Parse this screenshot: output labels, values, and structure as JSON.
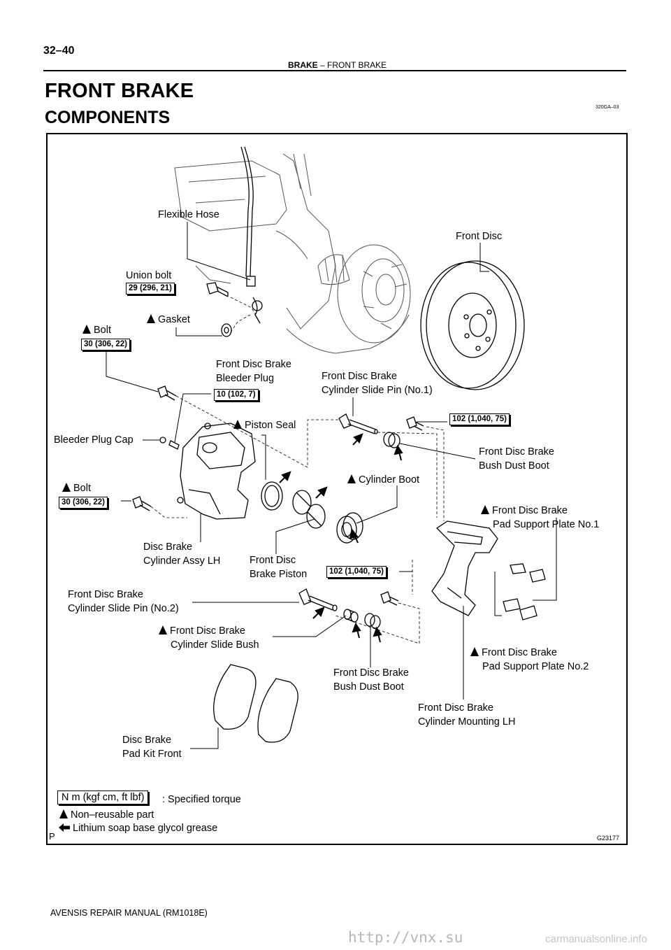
{
  "header": {
    "page_number": "32–40",
    "section": "BRAKE",
    "separator": "–",
    "subsection": "FRONT BRAKE"
  },
  "title": "FRONT BRAKE",
  "subtitle": "COMPONENTS",
  "ref_code": "320GA–03",
  "figure": {
    "corner_letter": "P",
    "figure_code": "G23177",
    "labels": {
      "flexible_hose": "Flexible Hose",
      "front_disc": "Front Disc",
      "union_bolt": "Union bolt",
      "gasket": "Gasket",
      "bolt_upper": "Bolt",
      "bleeder_plug_1": "Front Disc Brake",
      "bleeder_plug_2": "Bleeder Plug",
      "slide_pin1_1": "Front Disc Brake",
      "slide_pin1_2": "Cylinder Slide Pin (No.1)",
      "piston_seal": "Piston Seal",
      "bleeder_cap": "Bleeder Plug Cap",
      "bush_boot_top_1": "Front Disc Brake",
      "bush_boot_top_2": "Bush Dust Boot",
      "cylinder_boot": "Cylinder Boot",
      "bolt_lower": "Bolt",
      "pad_plate1_1": "Front Disc Brake",
      "pad_plate1_2": "Pad Support Plate No.1",
      "cyl_assy_1": "Disc Brake",
      "cyl_assy_2": "Cylinder Assy LH",
      "piston_1": "Front Disc",
      "piston_2": "Brake Piston",
      "slide_pin2_1": "Front Disc Brake",
      "slide_pin2_2": "Cylinder Slide Pin (No.2)",
      "slide_bush_1": "Front Disc Brake",
      "slide_bush_2": "Cylinder Slide Bush",
      "pad_plate2_1": "Front Disc Brake",
      "pad_plate2_2": "Pad Support Plate No.2",
      "bush_boot_bot_1": "Front Disc Brake",
      "bush_boot_bot_2": "Bush Dust Boot",
      "mounting_1": "Front Disc Brake",
      "mounting_2": "Cylinder Mounting LH",
      "pad_kit_1": "Disc Brake",
      "pad_kit_2": "Pad Kit Front"
    },
    "torques": {
      "union_bolt": "29 (296, 21)",
      "bolt_upper": "30 (306, 22)",
      "bleeder_plug": "10 (102, 7)",
      "mount_top": "102 (1,040, 75)",
      "bolt_lower": "30 (306, 22)",
      "mount_bottom": "102 (1,040, 75)"
    },
    "legend": {
      "torque_unit": "N m (kgf cm, ft lbf)",
      "torque_text": ": Specified torque",
      "non_reusable": "Non–reusable part",
      "grease": "Lithium soap base glycol grease"
    }
  },
  "footer": "AVENSIS REPAIR MANUAL   (RM1018E)",
  "watermark": "http://vnx.su",
  "watermark2": "carmanualsonline.info"
}
